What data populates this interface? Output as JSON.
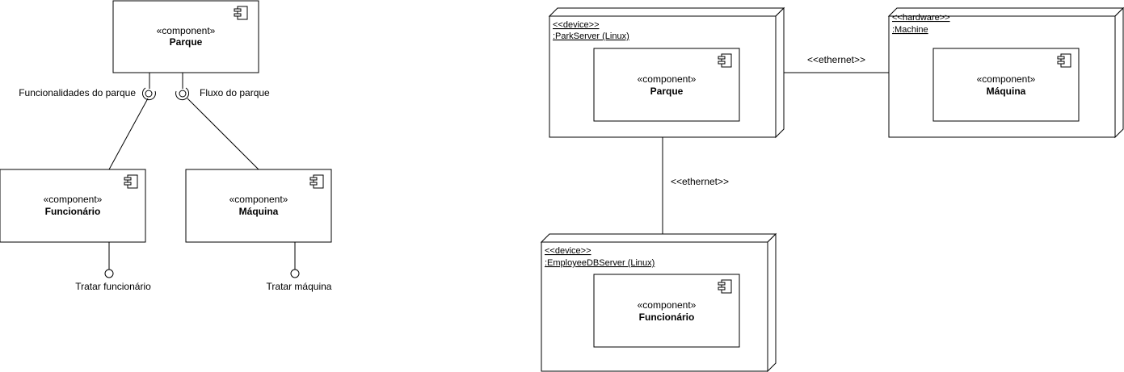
{
  "component_diagram": {
    "components": {
      "parque": {
        "stereotype": "«component»",
        "name": "Parque"
      },
      "funcionario": {
        "stereotype": "«component»",
        "name": "Funcionário"
      },
      "maquina": {
        "stereotype": "«component»",
        "name": "Máquina"
      }
    },
    "interfaces": {
      "funcionalidades": "Funcionalidades do parque",
      "fluxo": "Fluxo do parque",
      "tratar_funcionario": "Tratar funcionário",
      "tratar_maquina": "Tratar máquina"
    }
  },
  "deployment_diagram": {
    "nodes": {
      "park_server": {
        "stereotype": "<<device>>",
        "name": ":ParkServer (Linux)",
        "component": {
          "stereotype": "«component»",
          "name": "Parque"
        }
      },
      "machine": {
        "stereotype": "<<hardware>>",
        "name": ":Machine",
        "component": {
          "stereotype": "«component»",
          "name": "Máquina"
        }
      },
      "employee_db_server": {
        "stereotype": "<<device>>",
        "name": ":EmployeeDBServer (Linux)",
        "component": {
          "stereotype": "«component»",
          "name": "Funcionário"
        }
      }
    },
    "connections": {
      "park_machine": "<<ethernet>>",
      "park_employee": "<<ethernet>>"
    }
  }
}
